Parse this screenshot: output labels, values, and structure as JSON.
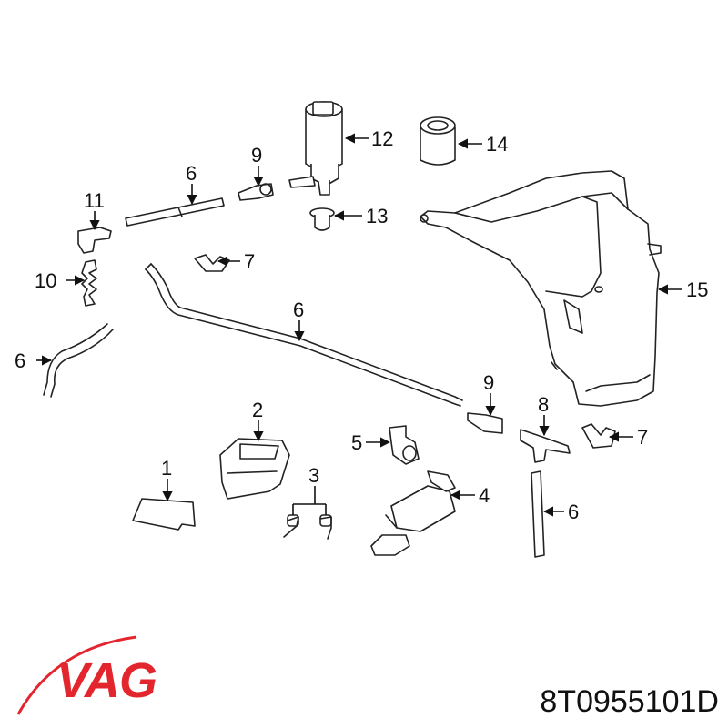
{
  "callouts": {
    "c1": "1",
    "c2": "2",
    "c3": "3",
    "c4": "4",
    "c5": "5",
    "c6a": "6",
    "c6b": "6",
    "c6c": "6",
    "c6d": "6",
    "c7a": "7",
    "c7b": "7",
    "c8": "8",
    "c9a": "9",
    "c9b": "9",
    "c10": "10",
    "c11": "11",
    "c12": "12",
    "c13": "13",
    "c14": "14",
    "c15": "15"
  },
  "brand": {
    "logo_text": "VAG",
    "color": "#e3262d"
  },
  "part_number": "8T0955101D"
}
